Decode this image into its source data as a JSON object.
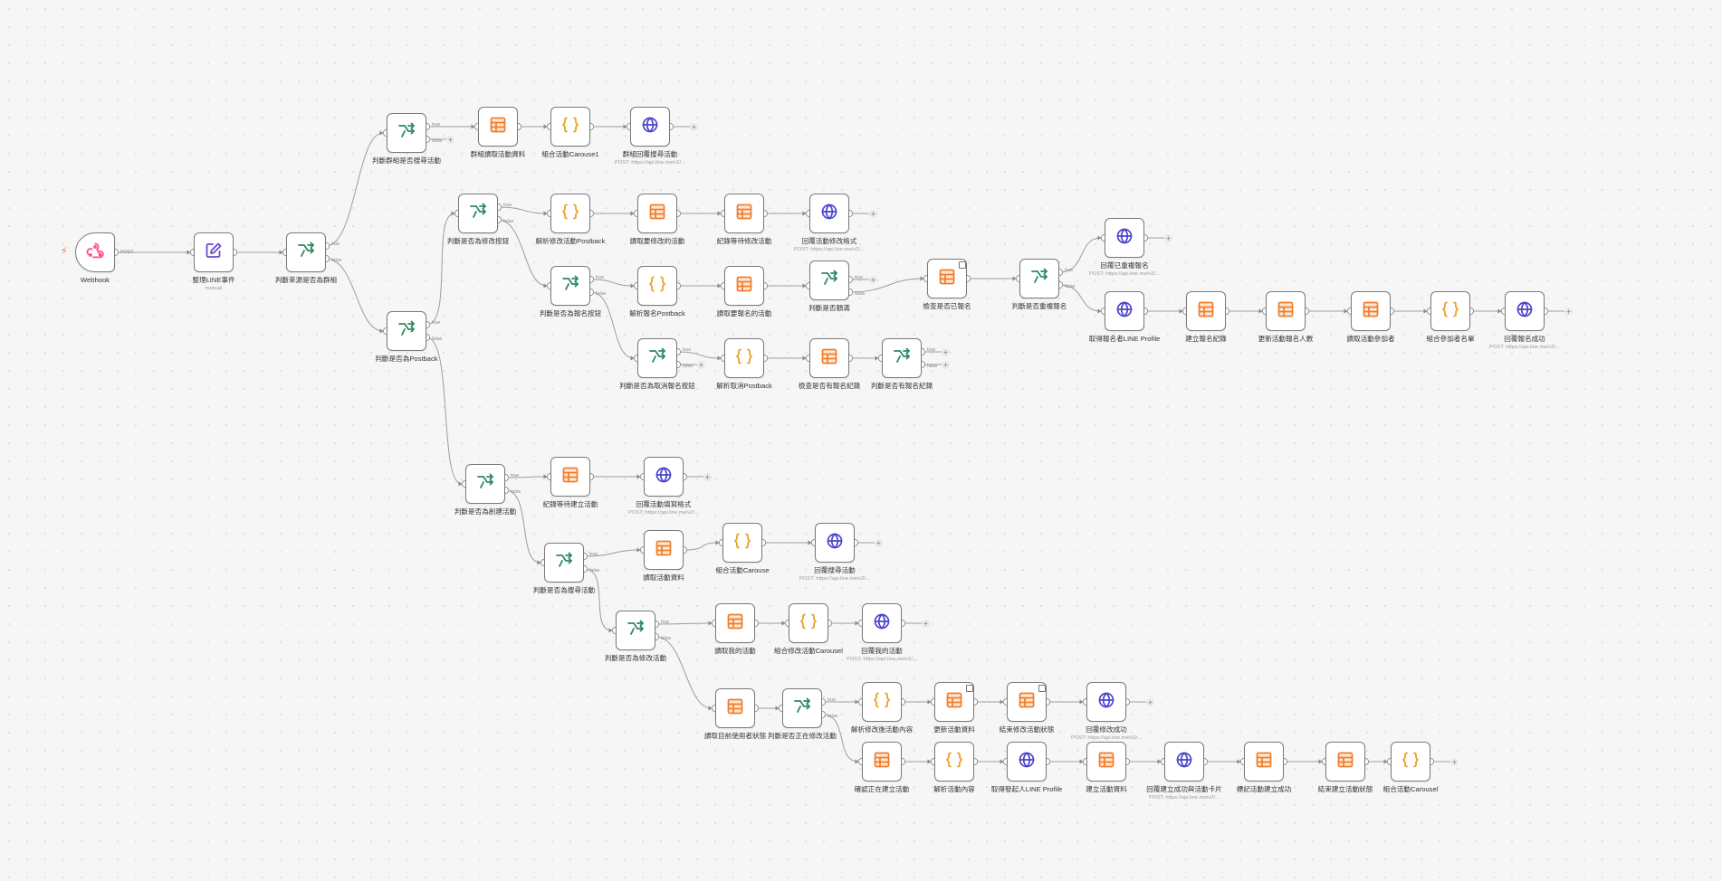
{
  "edge_labels": {
    "true": "true",
    "false": "false",
    "post": "POST"
  },
  "plus_glyph": "+",
  "trigger_glyph": "⚡",
  "colors": {
    "webhook": "#ff4f8b",
    "edit": "#6a4bd1",
    "if": "#2b8a5f",
    "sheets": "#f07c2a",
    "code": "#e9a126",
    "http": "#4a44c9",
    "wire": "#9d9d9d"
  },
  "nodes": [
    {
      "label": "Webhook",
      "type": "webhook"
    },
    {
      "label": "整理LINE事件",
      "type": "edit",
      "sub": "manual"
    },
    {
      "label": "判斷來源是否為群組",
      "type": "if"
    },
    {
      "label": "判斷群組是否搜尋活動",
      "type": "if"
    },
    {
      "label": "群組讀取活動資料",
      "type": "sheets"
    },
    {
      "label": "組合活動Carouse1",
      "type": "code"
    },
    {
      "label": "群組回覆搜尋活動",
      "type": "http",
      "sub": "POST: https://api.line.me/v2/..."
    },
    {
      "label": "判斷是否為Postback",
      "type": "if"
    },
    {
      "label": "判斷是否為修改按鈕",
      "type": "if"
    },
    {
      "label": "解析修改活動Postback",
      "type": "code"
    },
    {
      "label": "讀取要修改的活動",
      "type": "sheets"
    },
    {
      "label": "紀錄等待修改活動",
      "type": "sheets"
    },
    {
      "label": "回覆活動修改格式",
      "type": "http",
      "sub": "POST: https://api.line.me/v2/..."
    },
    {
      "label": "判斷是否為報名按鈕",
      "type": "if"
    },
    {
      "label": "解析報名Postback",
      "type": "code"
    },
    {
      "label": "讀取要報名的活動",
      "type": "sheets"
    },
    {
      "label": "判斷是否額滿",
      "type": "if"
    },
    {
      "label": "檢查是否已報名",
      "type": "sheets"
    },
    {
      "label": "判斷是否重複報名",
      "type": "if"
    },
    {
      "label": "回覆已重複報名",
      "type": "http",
      "sub": "POST: https://api.line.me/v2/..."
    },
    {
      "label": "取得報名者LINE Profile",
      "type": "http"
    },
    {
      "label": "建立報名紀錄",
      "type": "sheets"
    },
    {
      "label": "更新活動報名人數",
      "type": "sheets"
    },
    {
      "label": "讀取活動參加者",
      "type": "sheets"
    },
    {
      "label": "組合參加者名單",
      "type": "code"
    },
    {
      "label": "回覆報名成功",
      "type": "http",
      "sub": "POST: https://api.line.me/v2/..."
    },
    {
      "label": "判斷是否為取消報名按鈕",
      "type": "if"
    },
    {
      "label": "解析取消Postback",
      "type": "code"
    },
    {
      "label": "檢查是否有報名紀錄",
      "type": "sheets"
    },
    {
      "label": "判斷是否有報名紀錄",
      "type": "if"
    },
    {
      "label": "判斷是否為創建活動",
      "type": "if"
    },
    {
      "label": "紀錄等待建立活動",
      "type": "sheets"
    },
    {
      "label": "回覆活動填寫格式",
      "type": "http",
      "sub": "POST: https://api.line.me/v2/..."
    },
    {
      "label": "判斷是否為搜尋活動",
      "type": "if"
    },
    {
      "label": "讀取活動資料",
      "type": "sheets"
    },
    {
      "label": "組合活動Carouse",
      "type": "code"
    },
    {
      "label": "回覆搜尋活動",
      "type": "http",
      "sub": "POST: https://api.line.me/v2/..."
    },
    {
      "label": "判斷是否為修改活動",
      "type": "if"
    },
    {
      "label": "讀取我的活動",
      "type": "sheets"
    },
    {
      "label": "組合修改活動Carousel",
      "type": "code"
    },
    {
      "label": "回覆我的活動",
      "type": "http",
      "sub": "POST: https://api.line.me/v2/..."
    },
    {
      "label": "讀取目前使用者狀態",
      "type": "sheets"
    },
    {
      "label": "判斷是否正在修改活動",
      "type": "if"
    },
    {
      "label": "解析修改後活動內容",
      "type": "code"
    },
    {
      "label": "更新活動資料",
      "type": "sheets"
    },
    {
      "label": "結束修改活動狀態",
      "type": "sheets"
    },
    {
      "label": "回覆修改成功",
      "type": "http",
      "sub": "POST: https://api.line.me/v2/..."
    },
    {
      "label": "確認正在建立活動",
      "type": "sheets"
    },
    {
      "label": "解析活動內容",
      "type": "code"
    },
    {
      "label": "取得發起人LINE Profile",
      "type": "http"
    },
    {
      "label": "建立活動資料",
      "type": "sheets"
    },
    {
      "label": "回覆建立成功與活動卡片",
      "type": "http",
      "sub": "POST: https://api.line.me/v2/..."
    },
    {
      "label": "標記活動建立成功",
      "type": "sheets"
    },
    {
      "label": "結束建立活動狀態",
      "type": "sheets"
    },
    {
      "label": "組合活動Carousel",
      "type": "code"
    }
  ]
}
